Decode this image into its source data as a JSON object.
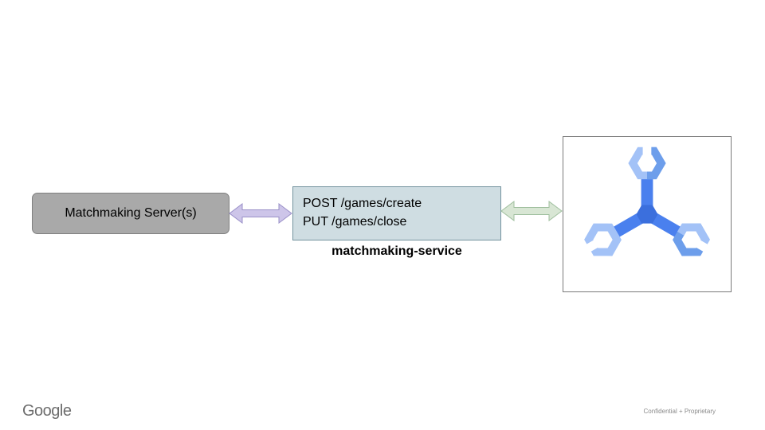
{
  "diagram": {
    "server_box": {
      "label": "Matchmaking Server(s)"
    },
    "service_box": {
      "lines": [
        "POST /games/create",
        "PUT /games/close"
      ],
      "caption": "matchmaking-service"
    },
    "arrows": [
      {
        "name": "bidirectional-arrow-purple",
        "direction": "both",
        "color": "#cdc5e9"
      },
      {
        "name": "bidirectional-arrow-green",
        "direction": "both",
        "color": "#d8e6d4"
      }
    ],
    "icons": {
      "logo": "agones-logo-icon"
    }
  },
  "footer": {
    "brand": "Google",
    "confidential": "Confidential + Proprietary"
  },
  "colors": {
    "server_box_fill": "#a9a9a9",
    "server_box_border": "#7f7f7f",
    "service_box_fill": "#cfdde2",
    "service_box_border": "#74939e",
    "arrow_purple": "#cdc5e9",
    "arrow_green": "#d8e6d4",
    "logo_light_blue": "#a3c2f7",
    "logo_medium_blue": "#4a80ee",
    "logo_dark_blue": "#3b6fdd"
  }
}
